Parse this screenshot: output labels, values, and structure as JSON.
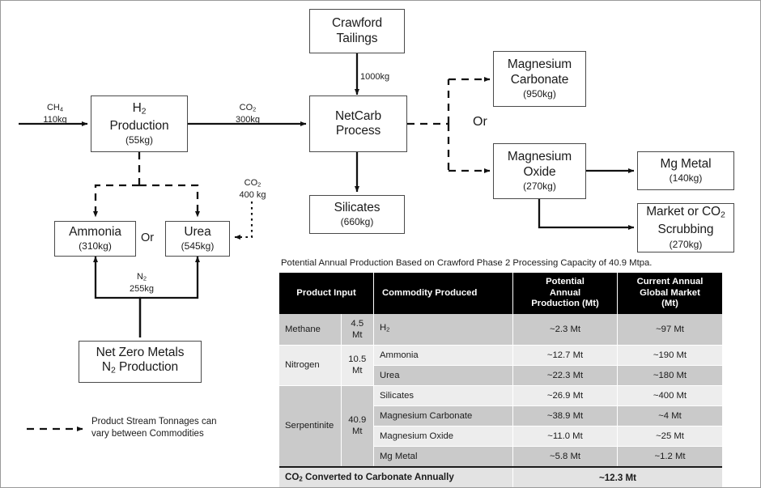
{
  "diagram": {
    "nodes": [
      {
        "id": "h2",
        "line1": "H",
        "line1sub": "2",
        "line1b": "Production",
        "sub": "(55kg)"
      },
      {
        "id": "crawford",
        "line1": "Crawford",
        "line1b": "Tailings",
        "sub": ""
      },
      {
        "id": "netcarb",
        "line1": "NetCarb",
        "line1b": "Process",
        "sub": ""
      },
      {
        "id": "silicates",
        "line1": "Silicates",
        "line1b": "",
        "sub": "(660kg)"
      },
      {
        "id": "magcarb",
        "line1": "Magnesium",
        "line1b": "Carbonate",
        "sub": "(950kg)"
      },
      {
        "id": "magox",
        "line1": "Magnesium",
        "line1b": "Oxide",
        "sub": "(270kg)"
      },
      {
        "id": "mgmetal",
        "line1": "Mg Metal",
        "line1b": "",
        "sub": "(140kg)"
      },
      {
        "id": "market",
        "line1": "Market or CO",
        "line1sub": "2",
        "line1b": "Scrubbing",
        "sub": "(270kg)"
      },
      {
        "id": "ammonia",
        "line1": "Ammonia",
        "line1b": "",
        "sub": "(310kg)"
      },
      {
        "id": "urea",
        "line1": "Urea",
        "line1b": "",
        "sub": "(545kg)"
      },
      {
        "id": "nzm",
        "line1": "Net Zero Metals",
        "line1b": "N",
        "line1bsub": "2",
        "line1bc": " Production",
        "sub": ""
      }
    ],
    "labels": {
      "ch4_species": "CH",
      "ch4_sub": "4",
      "ch4_mass": "110kg",
      "co2_species": "CO",
      "co2_sub": "2",
      "co2_mass": "300kg",
      "tailings_mass": "1000kg",
      "co2_urea_species": "CO",
      "co2_urea_sub": "2",
      "co2_urea_mass": "400 kg",
      "n2_species": "N",
      "n2_sub": "2",
      "n2_mass": "255kg",
      "or_top": "Or",
      "or_bottom": "Or"
    },
    "legend": {
      "line1": "Product Stream Tonnages can",
      "line2": "vary between Commodities"
    }
  },
  "table": {
    "title": "Potential Annual Production Based on Crawford Phase 2 Processing Capacity of 40.9 Mtpa.",
    "headers": {
      "product_input": "Product Input",
      "commodity": "Commodity Produced",
      "potential": "Potential Annual Production (Mt)",
      "potential_l1": "Potential",
      "potential_l2": "Annual",
      "potential_l3": "Production (Mt)",
      "market": "Current Annual Global Market (Mt)",
      "market_l1": "Current Annual",
      "market_l2": "Global Market",
      "market_l3": "(Mt)"
    },
    "rows": [
      {
        "input": "Methane",
        "input_qty": "4.5 Mt",
        "commodity": "H",
        "commodity_sub": "2",
        "production": "~2.3 Mt",
        "market": "~97 Mt",
        "shade": "dark"
      },
      {
        "input": "Nitrogen",
        "input_qty": "10.5 Mt",
        "commodity": "Ammonia",
        "production": "~12.7 Mt",
        "market": "~190 Mt",
        "shade": "light"
      },
      {
        "input": "",
        "input_qty": "",
        "commodity": "Urea",
        "production": "~22.3 Mt",
        "market": "~180 Mt",
        "shade": "dark"
      },
      {
        "input": "Serpentinite",
        "input_qty": "40.9 Mt",
        "commodity": "Silicates",
        "production": "~26.9 Mt",
        "market": "~400 Mt",
        "shade": "light"
      },
      {
        "input": "",
        "input_qty": "",
        "commodity": "Magnesium Carbonate",
        "production": "~38.9 Mt",
        "market": "~4 Mt",
        "shade": "dark"
      },
      {
        "input": "",
        "input_qty": "",
        "commodity": "Magnesium Oxide",
        "production": "~11.0 Mt",
        "market": "~25 Mt",
        "shade": "light"
      },
      {
        "input": "",
        "input_qty": "",
        "commodity": "Mg Metal",
        "production": "~5.8 Mt",
        "market": "~1.2 Mt",
        "shade": "dark"
      }
    ],
    "footer": {
      "label_a": "CO",
      "label_sub": "2",
      "label_b": " Converted to Carbonate Annually",
      "value": "~12.3 Mt"
    }
  }
}
